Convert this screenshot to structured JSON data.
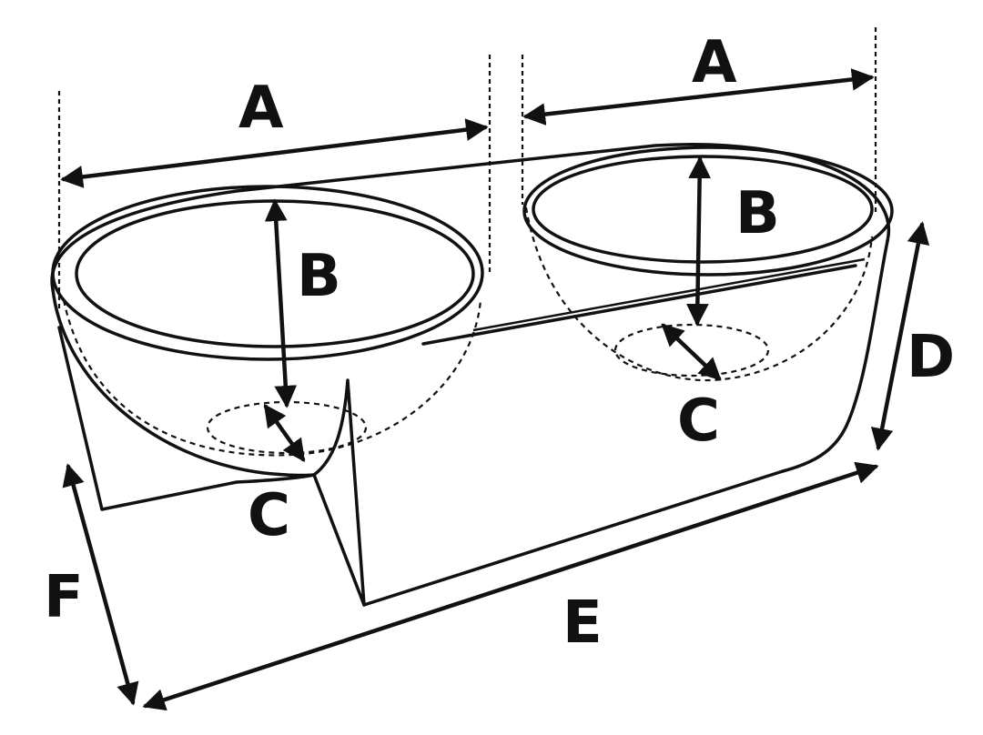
{
  "labels": {
    "a_left": "A",
    "a_right": "A",
    "b_left": "B",
    "b_right": "B",
    "c_left": "C",
    "c_right": "C",
    "d": "D",
    "e": "E",
    "f": "F"
  },
  "colors": {
    "line": "#111111",
    "background": "#ffffff"
  }
}
